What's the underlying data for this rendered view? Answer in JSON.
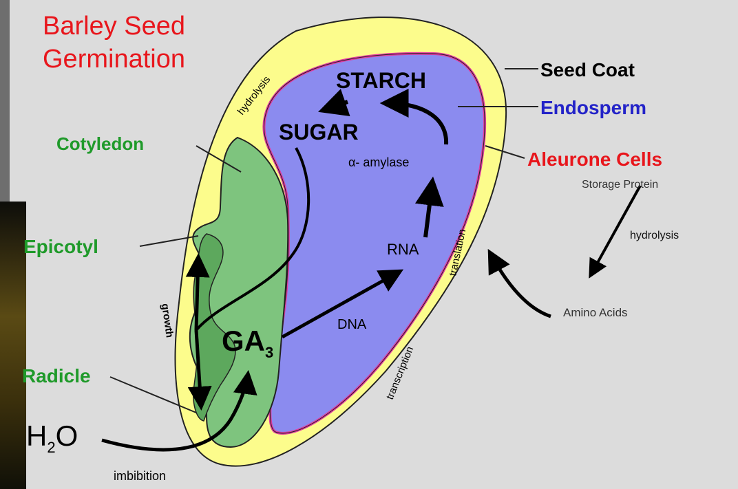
{
  "title": {
    "line1": "Barley Seed",
    "line2": "Germination"
  },
  "labels": {
    "seed_coat": "Seed Coat",
    "endosperm": "Endosperm",
    "aleurone_cells": "Aleurone Cells",
    "cotyledon": "Cotyledon",
    "epicotyl": "Epicotyl",
    "radicle": "Radicle"
  },
  "process": {
    "starch": "STARCH",
    "sugar": "SUGAR",
    "amylase": "α- amylase",
    "rna": "RNA",
    "dna": "DNA",
    "ga": "GA",
    "ga_sub": "3",
    "water": "H",
    "water_sub": "2",
    "water_o": "O",
    "imbibition": "imbibition",
    "growth": "growth",
    "hydrolysis_top": "hydrolysis",
    "translation": "translation",
    "transcription": "transcription",
    "storage_protein": "Storage Protein",
    "hydrolysis_right": "hydrolysis",
    "amino_acids": "Amino Acids"
  },
  "colors": {
    "title": "#e8161c",
    "green_label": "#1f9a2a",
    "blue_label": "#2323c8",
    "red_label": "#e8161c",
    "seed_coat_fill": "#fcfc8c",
    "endosperm_fill": "#8b8bef",
    "embryo_fill": "#7ec47e",
    "aleurone_line": "#e03aa0"
  }
}
